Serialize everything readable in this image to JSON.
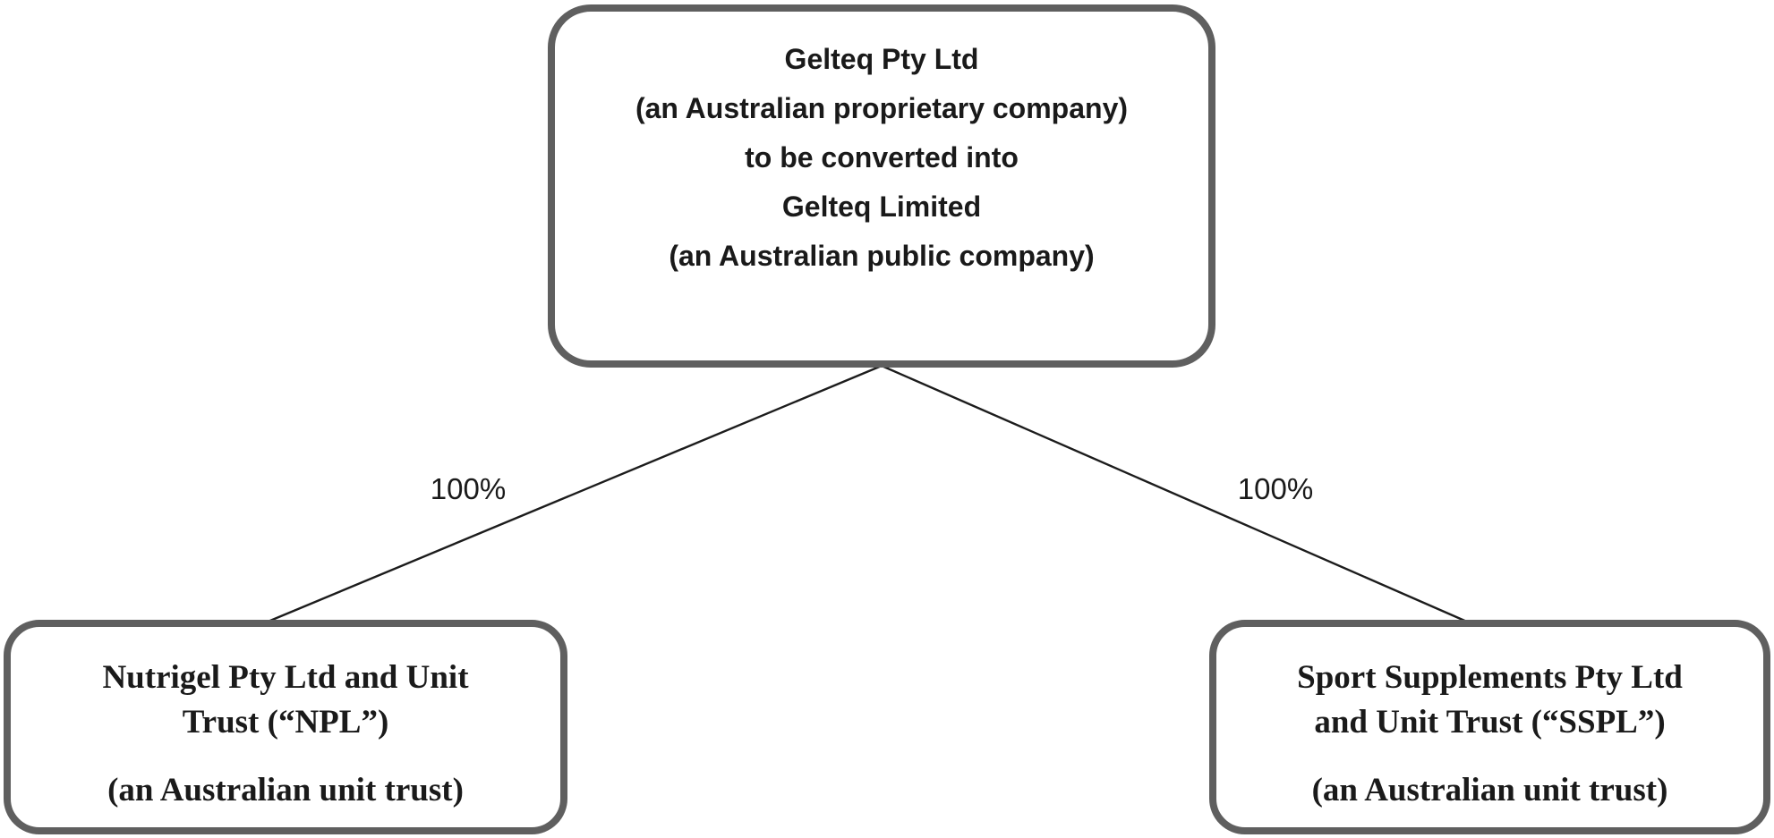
{
  "diagram": {
    "type": "corporate-structure",
    "background_color": "#ffffff",
    "box_border_color": "#5f5f5f",
    "connector_color": "#1c1c1c",
    "parent_entity": {
      "lines": [
        "Gelteq Pty Ltd",
        "(an Australian proprietary company)",
        "to be converted into",
        "Gelteq Limited",
        "(an Australian public company)"
      ]
    },
    "edges": {
      "left_ownership_label": "100%",
      "right_ownership_label": "100%"
    },
    "children": {
      "left": {
        "name_lines": [
          "Nutrigel Pty Ltd and Unit",
          "Trust (“NPL”)"
        ],
        "subtitle": "(an Australian unit trust)"
      },
      "right": {
        "name_lines": [
          "Sport Supplements Pty Ltd",
          "and Unit Trust (“SSPL”)"
        ],
        "subtitle": "(an Australian unit trust)"
      }
    }
  }
}
